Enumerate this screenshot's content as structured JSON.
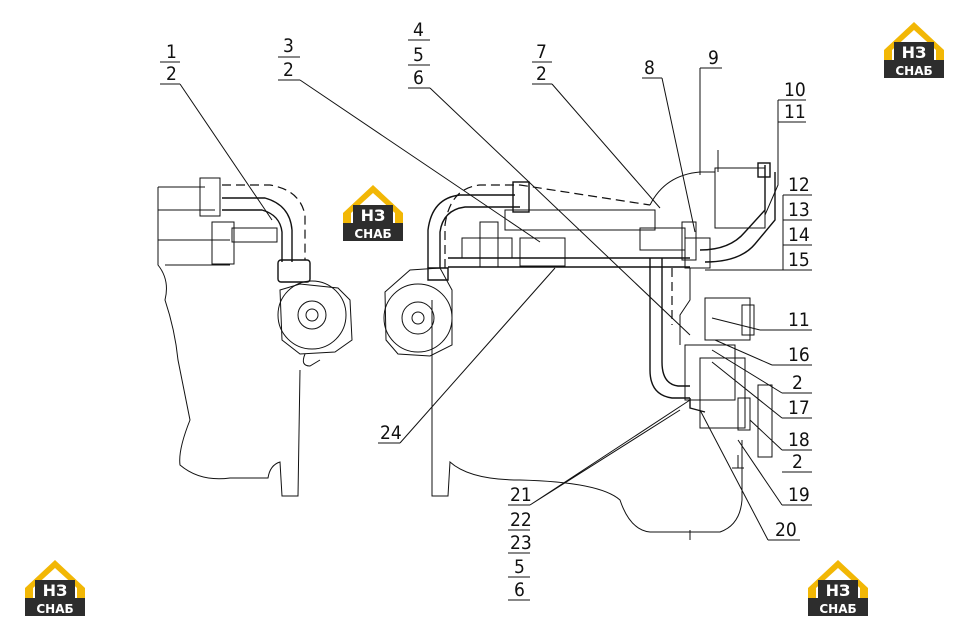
{
  "brand": {
    "mark": "НЗ",
    "name": "СНАБ",
    "colors": {
      "yellow": "#f2b705",
      "dark": "#2d2d2d",
      "white": "#ffffff"
    }
  },
  "callouts": {
    "c1": "1",
    "c1b": "2",
    "c3": "3",
    "c3b": "2",
    "c4": "4",
    "c5": "5",
    "c6": "6",
    "c7": "7",
    "c7b": "2",
    "c8": "8",
    "c9": "9",
    "c10": "10",
    "c11a": "11",
    "c12": "12",
    "c13": "13",
    "c14": "14",
    "c15": "15",
    "c11b": "11",
    "c16": "16",
    "c2a": "2",
    "c17": "17",
    "c18": "18",
    "c2b": "2",
    "c19": "19",
    "c20": "20",
    "c24": "24",
    "c21": "21",
    "c22": "22",
    "c23": "23",
    "c5b": "5",
    "c6b": "6"
  }
}
